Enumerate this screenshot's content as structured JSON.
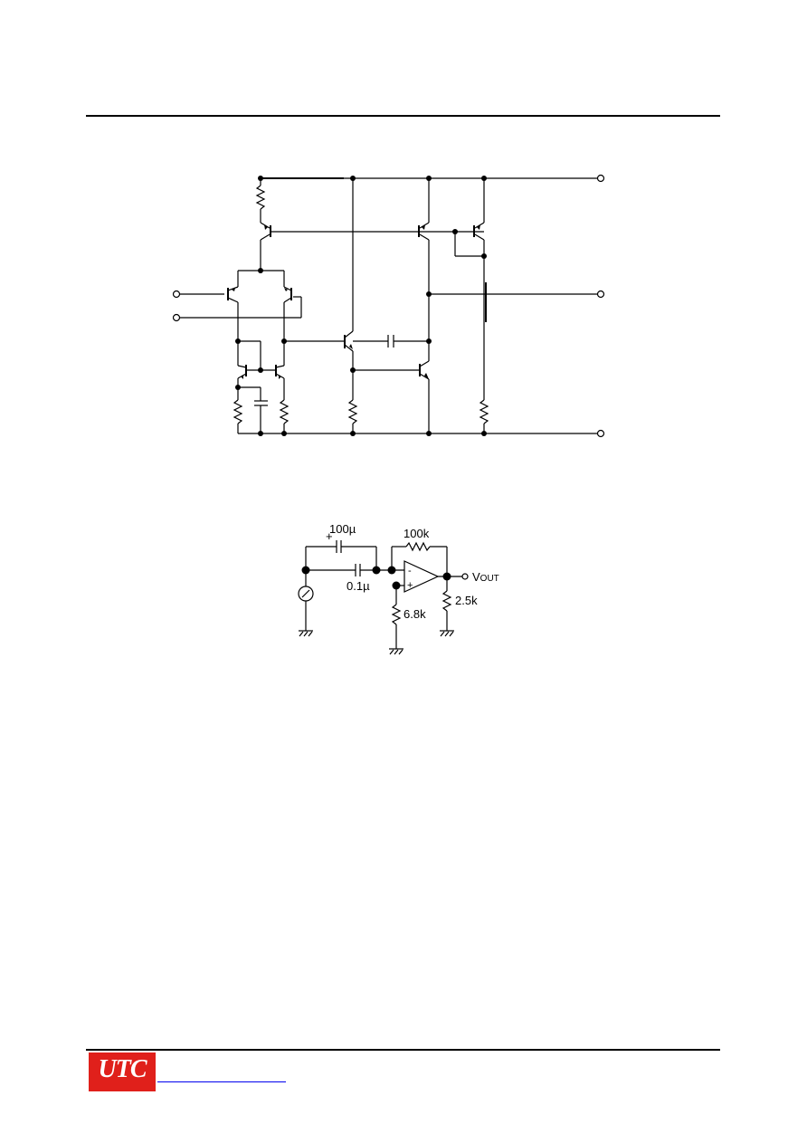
{
  "brand": {
    "logo_text": "UTC",
    "logo_color": "#e0201b",
    "link_color": "#0000ee"
  },
  "test_circuit": {
    "cap_feedback": "100µ",
    "cap_input": "0.1µ",
    "res_feedback": "100k",
    "res_ground": "6.8k",
    "res_load": "2.5k",
    "output_label_main": "V",
    "output_label_sub": "OUT",
    "plus_mark": "+",
    "inv_mark": "-",
    "noninv_mark": "+"
  }
}
